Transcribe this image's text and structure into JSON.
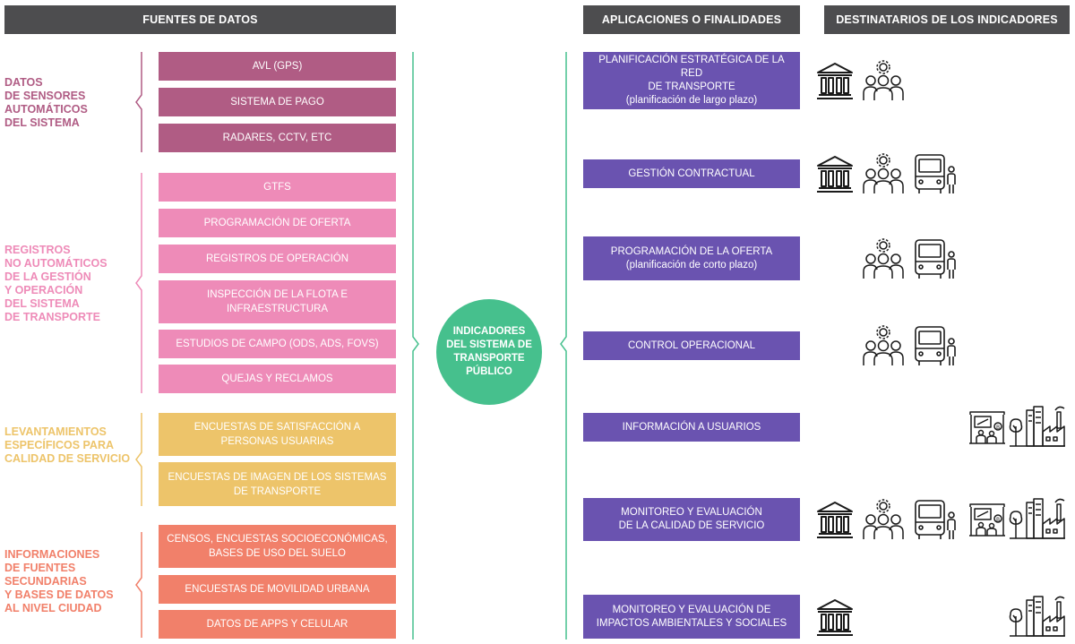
{
  "headers": {
    "sources": "FUENTES DE DATOS",
    "applications": "APLICACIONES O FINALIDADES",
    "recipients": "DESTINATARIOS DE LOS INDICADORES"
  },
  "groups": [
    {
      "label": "DATOS\nDE SENSORES\nAUTOMÁTICOS\nDEL SISTEMA",
      "color": "#b05c84",
      "items": [
        "AVL (GPS)",
        "SISTEMA DE PAGO",
        "RADARES, CCTV, ETC"
      ]
    },
    {
      "label": "REGISTROS\nNO AUTOMÁTICOS\nDE LA GESTIÓN\nY OPERACIÓN\n DEL SISTEMA\nDE TRANSPORTE",
      "color": "#ee8bb8",
      "items": [
        "GTFS",
        "PROGRAMACIÓN DE OFERTA",
        "REGISTROS DE OPERACIÓN",
        "INSPECCIÓN DE LA FLOTA E INFRAESTRUCTURA",
        "ESTUDIOS DE CAMPO (ODS, ADS, FOVS)",
        "QUEJAS Y RECLAMOS"
      ]
    },
    {
      "label": "LEVANTAMIENTOS\nESPECÍFICOS PARA\nCALIDAD DE SERVICIO",
      "color": "#edc46a",
      "items": [
        "ENCUESTAS DE SATISFACCIÓN A PERSONAS USUARIAS",
        "ENCUESTAS DE IMAGEN DE LOS SISTEMAS DE TRANSPORTE"
      ]
    },
    {
      "label": "INFORMACIONES\nDE FUENTES\nSECUNDARIAS\nY BASES DE DATOS\nAL NIVEL CIUDAD",
      "color": "#f1806a",
      "items": [
        "CENSOS, ENCUESTAS SOCIOECONÓMICAS, BASES DE USO DEL SUELO",
        "ENCUESTAS DE MOVILIDAD URBANA",
        "DATOS DE APPS Y CELULAR"
      ]
    }
  ],
  "center": {
    "label": "INDICADORES\nDEL SISTEMA DE\nTRANSPORTE\nPÚBLICO",
    "color": "#46c08d"
  },
  "app_color": "#6a53b0",
  "applications": [
    {
      "label": "PLANIFICACIÓN ESTRATÉGICA DE LA RED\nDE TRANSPORTE\n(planificación de largo plazo)",
      "recipients": [
        "government-building",
        "operator-team"
      ]
    },
    {
      "label": "GESTIÓN CONTRACTUAL",
      "recipients": [
        "government-building",
        "operator-team",
        "bus-operator"
      ]
    },
    {
      "label": "PROGRAMACIÓN DE LA OFERTA\n(planificación de corto plazo)",
      "recipients": [
        "operator-team",
        "bus-operator"
      ]
    },
    {
      "label": "CONTROL OPERACIONAL",
      "recipients": [
        "operator-team",
        "bus-operator"
      ]
    },
    {
      "label": "INFORMACIÓN A USUARIOS",
      "recipients": [
        "bus-stop-users",
        "city-environment"
      ]
    },
    {
      "label": "MONITOREO Y EVALUACIÓN\nDE LA CALIDAD DE SERVICIO",
      "recipients": [
        "government-building",
        "operator-team",
        "bus-operator",
        "bus-stop-users",
        "city-environment"
      ]
    },
    {
      "label": "MONITOREO Y EVALUACIÓN DE\nIMPACTOS AMBIENTALES Y SOCIALES",
      "recipients": [
        "government-building",
        "city-environment"
      ]
    }
  ]
}
